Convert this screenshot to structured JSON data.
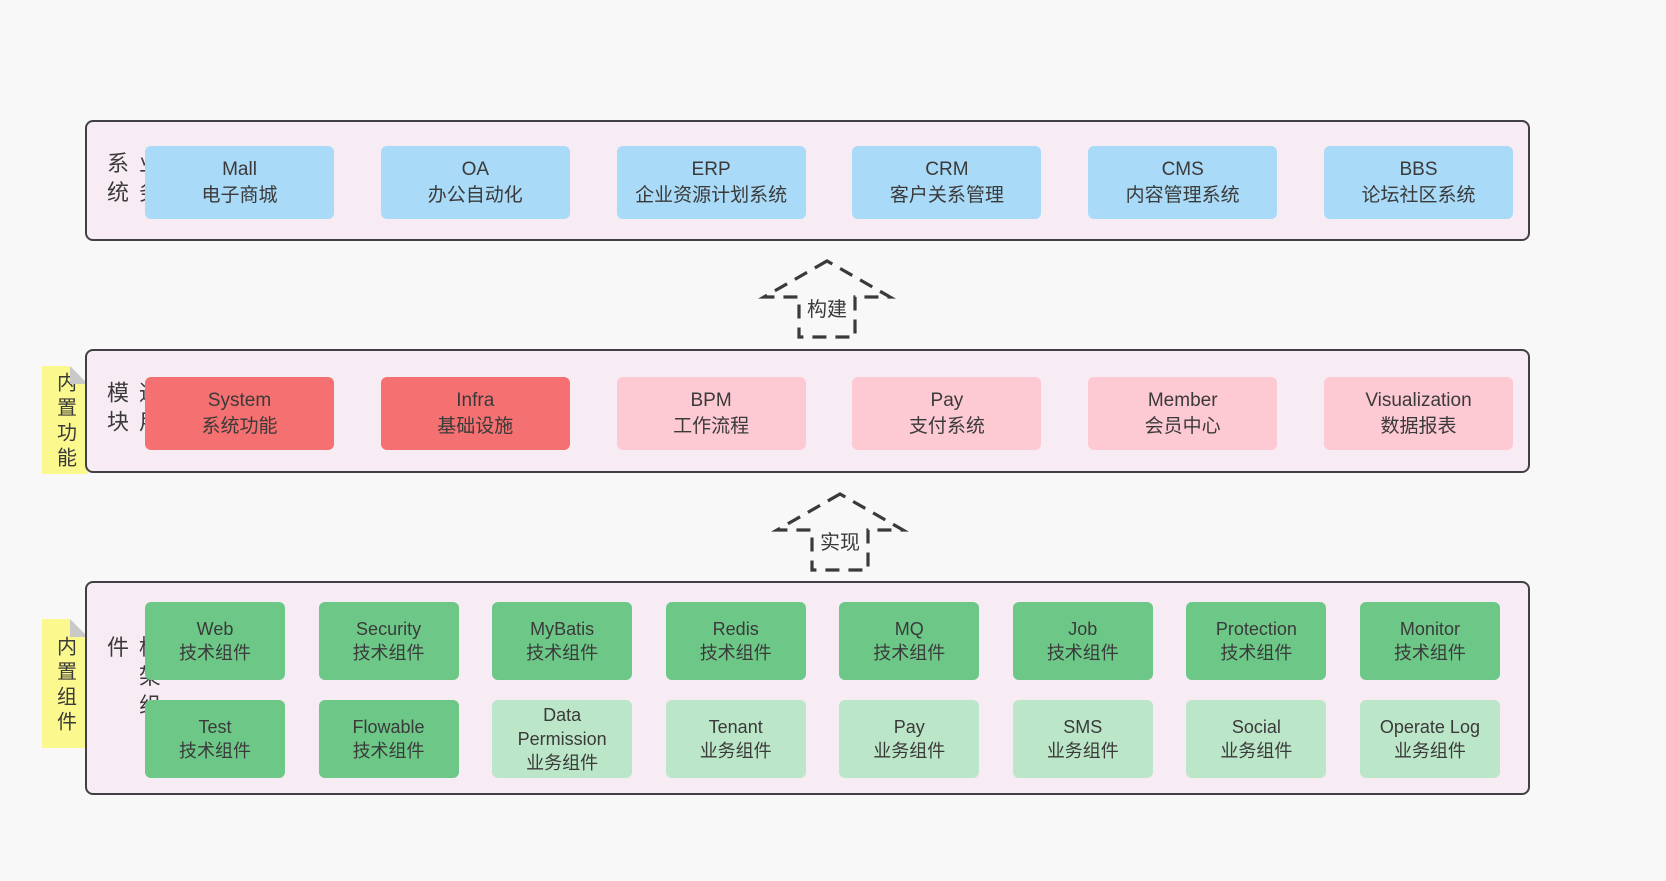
{
  "colors": {
    "page_bg": "#f8f8f8",
    "section_bg": "#f7ebf4",
    "section_border": "#434045",
    "business_box": "#a9daf7",
    "core_module_box": "#f57070",
    "optional_module_box": "#fdc9d3",
    "tech_component_box": "#6dc888",
    "biz_component_box": "#bce6c8",
    "sticky_note": "#fbf98e",
    "sticky_fold": "#c9c9c9",
    "text": "#3a3a3a"
  },
  "sections": {
    "business": {
      "label": "业务系统",
      "boxes": [
        {
          "title": "Mall",
          "subtitle": "电子商城"
        },
        {
          "title": "OA",
          "subtitle": "办公自动化"
        },
        {
          "title": "ERP",
          "subtitle": "企业资源计划系统"
        },
        {
          "title": "CRM",
          "subtitle": "客户关系管理"
        },
        {
          "title": "CMS",
          "subtitle": "内容管理系统"
        },
        {
          "title": "BBS",
          "subtitle": "论坛社区系统"
        }
      ]
    },
    "modules": {
      "label": "通用模块",
      "sticky": "内置功能",
      "boxes": [
        {
          "title": "System",
          "subtitle": "系统功能"
        },
        {
          "title": "Infra",
          "subtitle": "基础设施"
        },
        {
          "title": "BPM",
          "subtitle": "工作流程"
        },
        {
          "title": "Pay",
          "subtitle": "支付系统"
        },
        {
          "title": "Member",
          "subtitle": "会员中心"
        },
        {
          "title": "Visualization",
          "subtitle": "数据报表"
        }
      ]
    },
    "framework": {
      "label": "框架组件",
      "sticky": "内置组件",
      "row1": [
        {
          "title": "Web",
          "subtitle": "技术组件"
        },
        {
          "title": "Security",
          "subtitle": "技术组件"
        },
        {
          "title": "MyBatis",
          "subtitle": "技术组件"
        },
        {
          "title": "Redis",
          "subtitle": "技术组件"
        },
        {
          "title": "MQ",
          "subtitle": "技术组件"
        },
        {
          "title": "Job",
          "subtitle": "技术组件"
        },
        {
          "title": "Protection",
          "subtitle": "技术组件"
        },
        {
          "title": "Monitor",
          "subtitle": "技术组件"
        }
      ],
      "row2": [
        {
          "title": "Test",
          "subtitle": "技术组件"
        },
        {
          "title": "Flowable",
          "subtitle": "技术组件"
        },
        {
          "title": "Data Permission",
          "subtitle": "业务组件"
        },
        {
          "title": "Tenant",
          "subtitle": "业务组件"
        },
        {
          "title": "Pay",
          "subtitle": "业务组件"
        },
        {
          "title": "SMS",
          "subtitle": "业务组件"
        },
        {
          "title": "Social",
          "subtitle": "业务组件"
        },
        {
          "title": "Operate Log",
          "subtitle": "业务组件"
        }
      ]
    }
  },
  "arrows": {
    "build": "构建",
    "implement": "实现"
  }
}
